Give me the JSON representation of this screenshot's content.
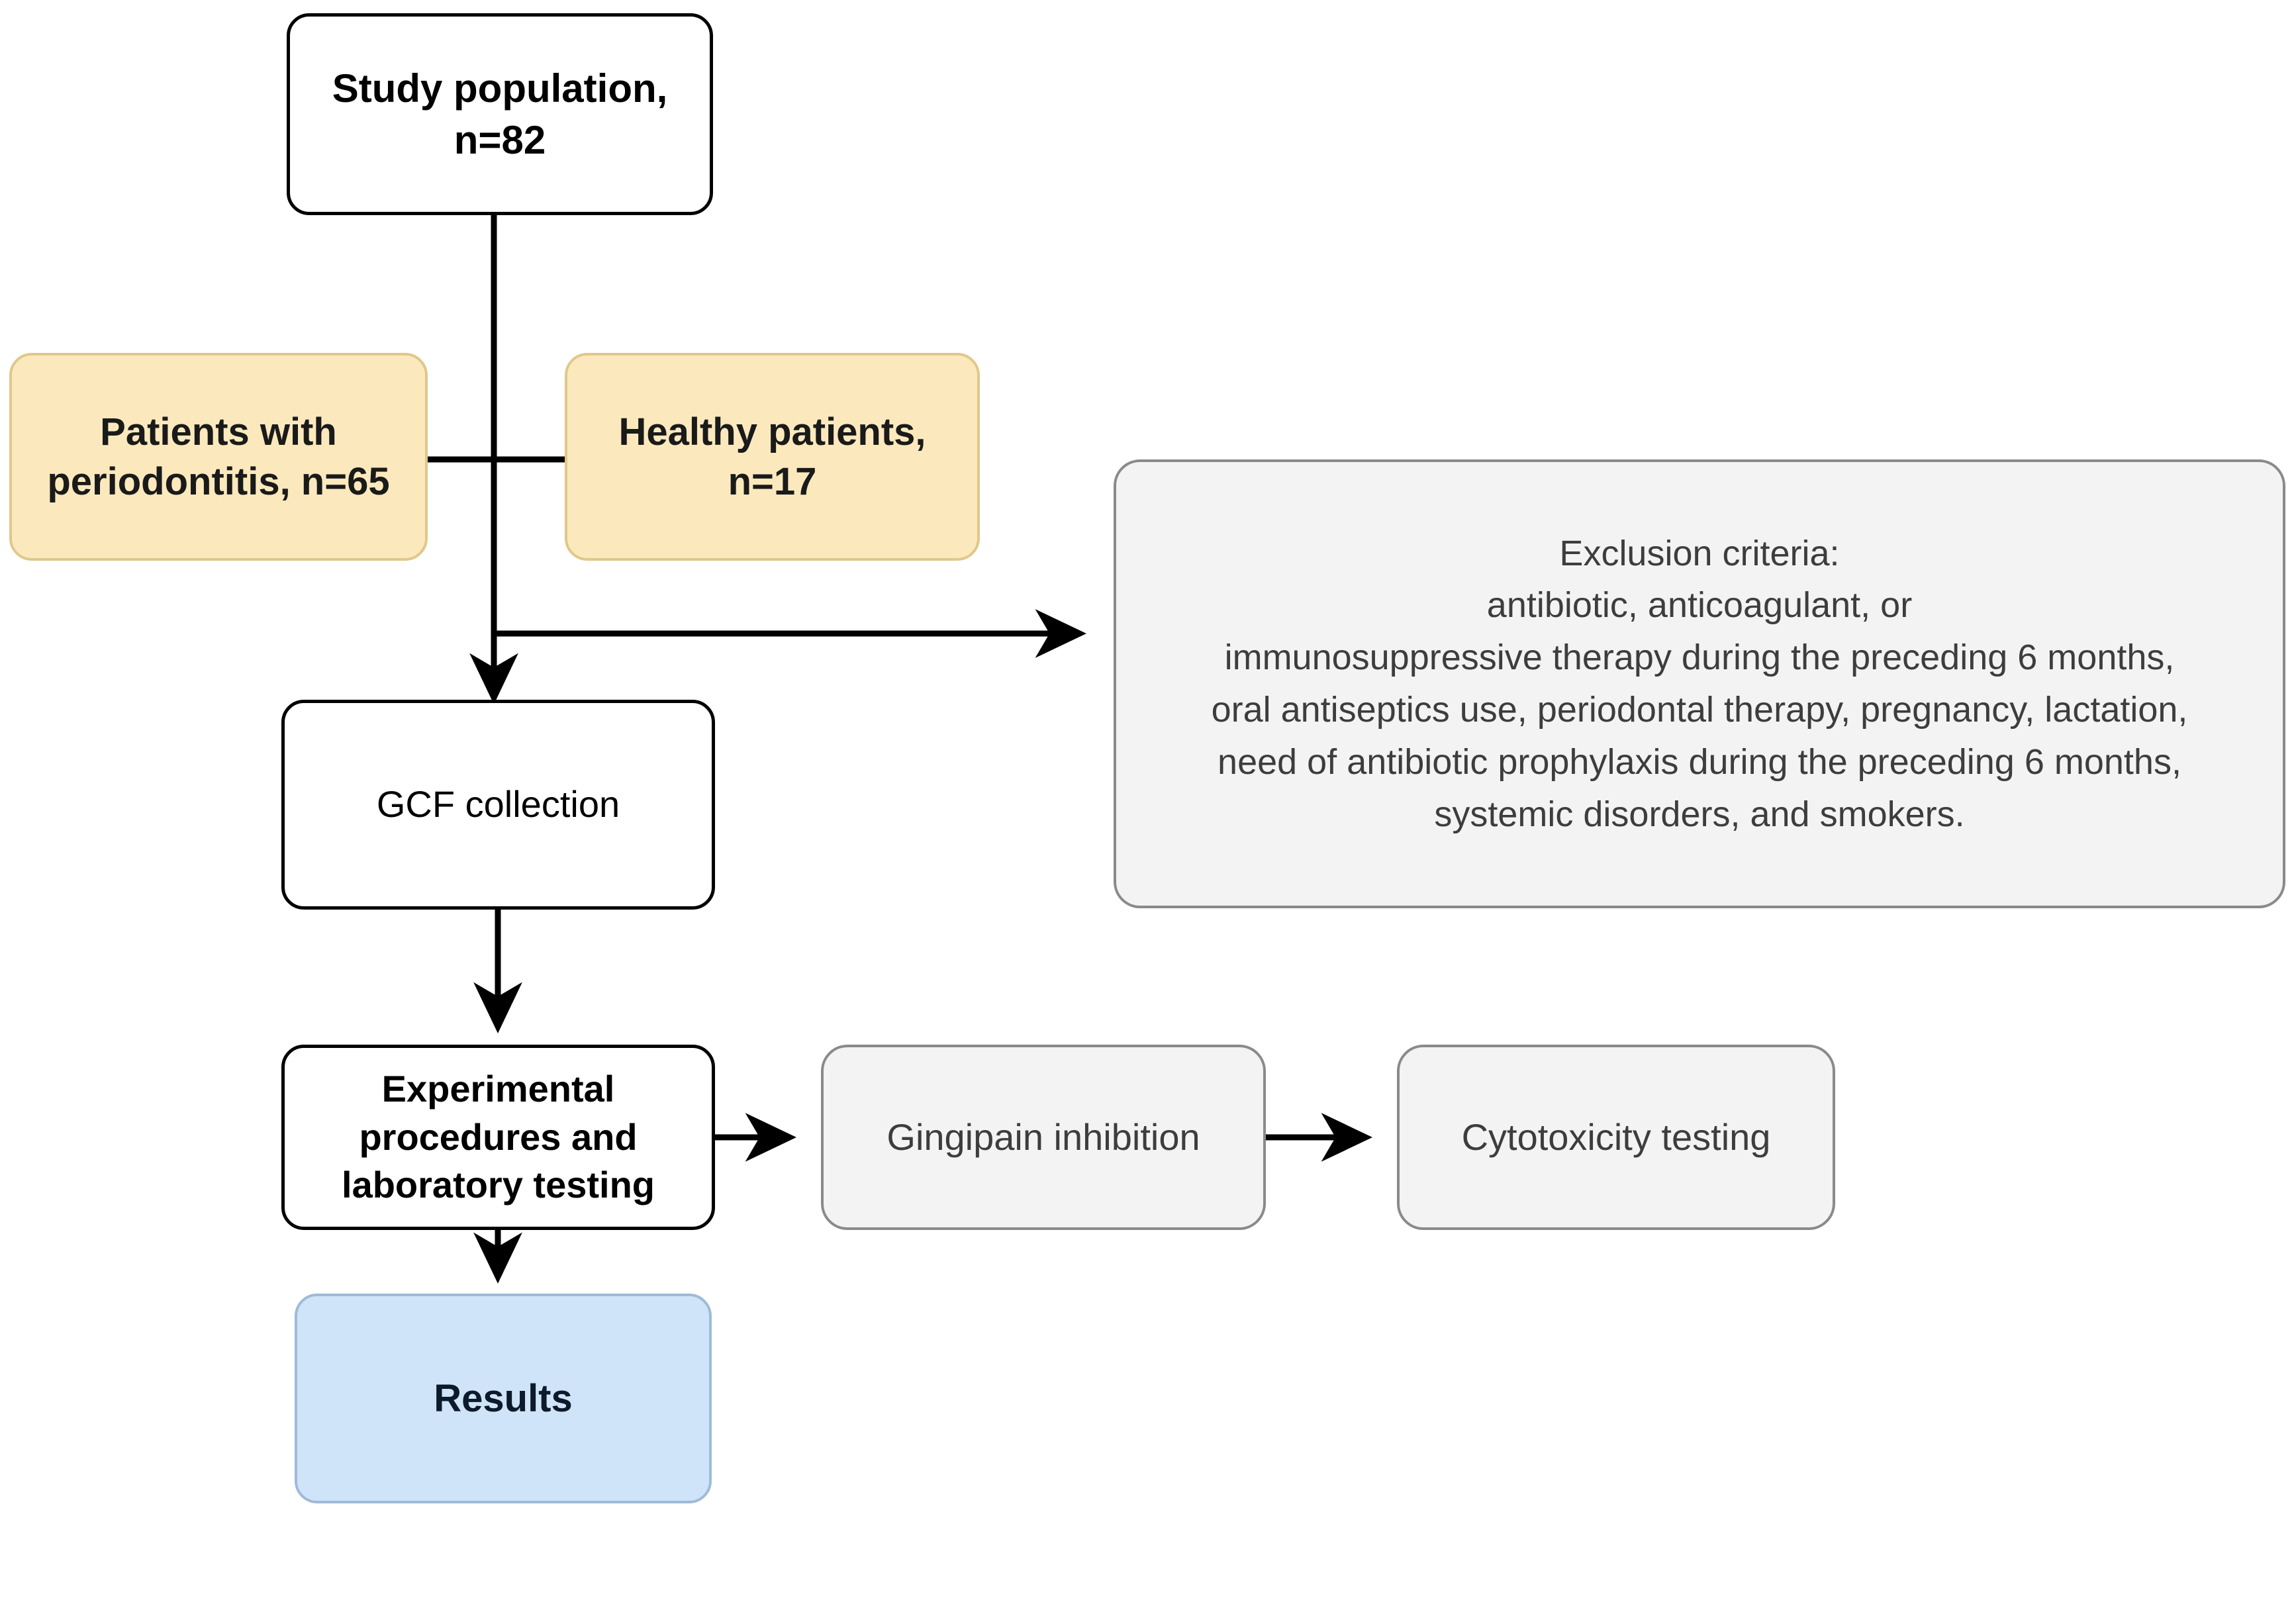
{
  "diagram": {
    "title": "Study population flow chart",
    "colors": {
      "white_node_fill": "#ffffff",
      "white_node_border": "#000000",
      "yellow_node_fill": "#fbe9bd",
      "yellow_node_border": "#e0c88a",
      "grey_node_fill": "#f3f3f3",
      "grey_node_border": "#8a8a8a",
      "blue_node_fill": "#cfe4f8",
      "blue_node_border": "#9ebbd8",
      "connector": "#000000",
      "background": "#ffffff"
    },
    "nodes": {
      "study_population": {
        "label": "Study population,\nn=82"
      },
      "periodontitis": {
        "label": "Patients with\nperiodontitis, n=65"
      },
      "healthy": {
        "label": "Healthy patients,\nn=17"
      },
      "exclusion": {
        "label": "Exclusion criteria:\nantibiotic, anticoagulant, or\nimmunosuppressive therapy during the preceding 6 months,\noral antiseptics use, periodontal therapy, pregnancy, lactation,\nneed of antibiotic prophylaxis during the preceding 6 months,\nsystemic disorders, and smokers."
      },
      "gcf_collection": {
        "label": "GCF collection"
      },
      "experimental": {
        "label": "Experimental\nprocedures and\nlaboratory testing"
      },
      "gingipain": {
        "label": "Gingipain inhibition"
      },
      "cytotoxicity": {
        "label": "Cytotoxicity testing"
      },
      "results": {
        "label": "Results"
      }
    },
    "edges": [
      {
        "name": "study-to-split",
        "from": "study_population",
        "to": "group-split",
        "arrow": false
      },
      {
        "name": "split-to-periodontitis",
        "from": "group-split",
        "to": "periodontitis",
        "arrow": false
      },
      {
        "name": "split-to-healthy",
        "from": "group-split",
        "to": "healthy",
        "arrow": false
      },
      {
        "name": "trunk-to-exclusion",
        "from": "trunk",
        "to": "exclusion",
        "arrow": true
      },
      {
        "name": "trunk-to-gcf",
        "from": "trunk",
        "to": "gcf_collection",
        "arrow": true
      },
      {
        "name": "gcf-to-experimental",
        "from": "gcf_collection",
        "to": "experimental",
        "arrow": true
      },
      {
        "name": "experimental-to-gingipain",
        "from": "experimental",
        "to": "gingipain",
        "arrow": true
      },
      {
        "name": "gingipain-to-cytotoxicity",
        "from": "gingipain",
        "to": "cytotoxicity",
        "arrow": true
      },
      {
        "name": "experimental-to-results",
        "from": "experimental",
        "to": "results",
        "arrow": true
      }
    ]
  }
}
